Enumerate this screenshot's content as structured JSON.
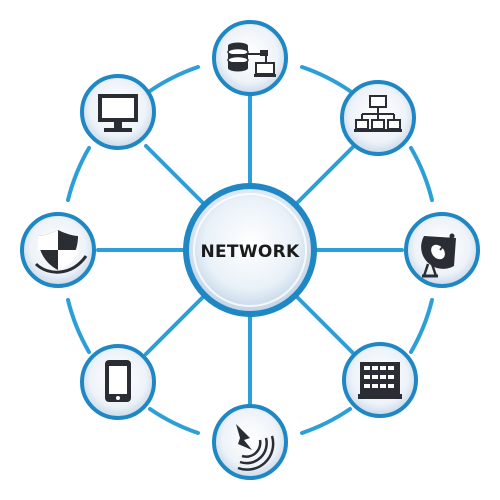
{
  "diagram": {
    "center_label": "NETWORK",
    "nodes": [
      {
        "name": "database-server-node",
        "icon": "database-server-icon"
      },
      {
        "name": "lan-hierarchy-node",
        "icon": "network-hierarchy-icon"
      },
      {
        "name": "satellite-dish-node",
        "icon": "satellite-dish-icon"
      },
      {
        "name": "server-rack-node",
        "icon": "server-rack-icon"
      },
      {
        "name": "wireless-node",
        "icon": "wireless-signal-icon"
      },
      {
        "name": "mobile-device-node",
        "icon": "tablet-icon"
      },
      {
        "name": "security-node",
        "icon": "shield-icon"
      },
      {
        "name": "desktop-monitor-node",
        "icon": "monitor-icon"
      }
    ],
    "colors": {
      "line": "#2d9fd8",
      "ring": "#3ba7dd",
      "ring_dark": "#1f87c4",
      "icon": "#2a2d33",
      "hub_fill": "#e9f1f8",
      "node_fill": "#eef3f9"
    }
  }
}
